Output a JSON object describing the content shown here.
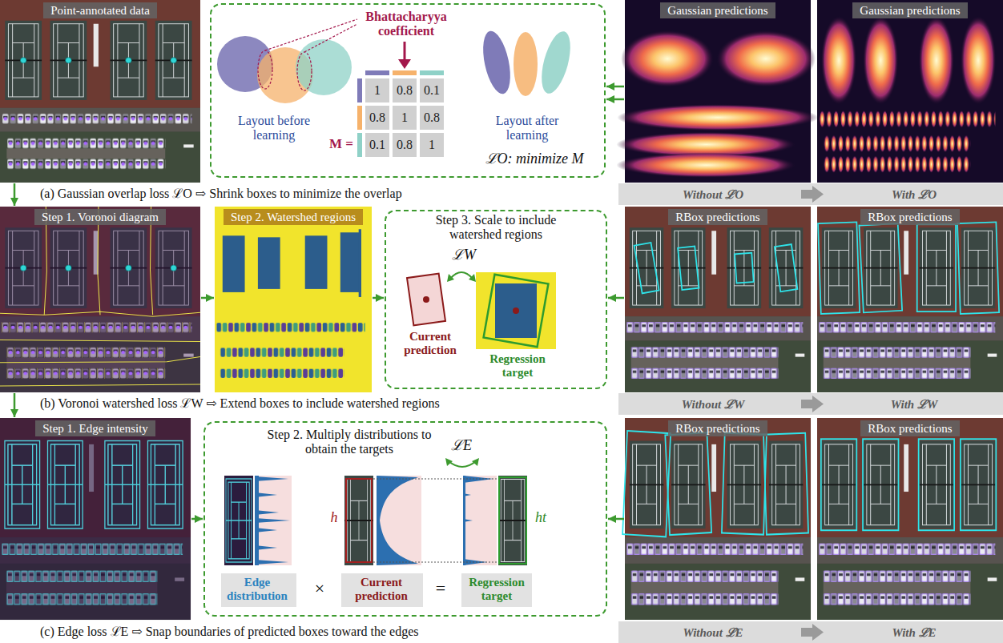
{
  "diagram": {
    "nodes": [
      {
        "text": [
          "Point-annotated data"
        ]
      },
      {
        "text": [
          "Bhattacharyya coefficient",
          "Layout before learning",
          "M =",
          "Layout after learning",
          "ℒO: minimize M"
        ]
      },
      {
        "text": [
          "Gaussian predictions"
        ]
      },
      {
        "text": [
          "Gaussian predictions"
        ]
      },
      {
        "text": [
          "Step 1. Voronoi diagram"
        ]
      },
      {
        "text": [
          "Step 2. Watershed regions"
        ]
      },
      {
        "text": [
          "Step 3. Scale to include watershed regions",
          "ℒW",
          "Current prediction",
          "Regression target"
        ]
      },
      {
        "text": [
          "RBox predictions"
        ]
      },
      {
        "text": [
          "RBox predictions"
        ]
      },
      {
        "text": [
          "Step 1. Edge intensity"
        ]
      },
      {
        "text": [
          "Step 2. Multiply distributions to obtain the targets",
          "ℒE",
          "h",
          "ht",
          "Edge distribution",
          "×",
          "Current prediction",
          "=",
          "Regression target"
        ]
      },
      {
        "text": [
          "RBox predictions"
        ]
      },
      {
        "text": [
          "RBox predictions"
        ]
      }
    ],
    "edges": [
      {
        "from": 0,
        "to": 4,
        "arrow": "to"
      },
      {
        "from": 2,
        "to": 1,
        "arrow": "to"
      },
      {
        "from": 2,
        "to": 1,
        "arrow": "to"
      },
      {
        "from": 4,
        "to": 5,
        "arrow": "to"
      },
      {
        "from": 5,
        "to": 6,
        "arrow": "to"
      },
      {
        "from": 7,
        "to": 6,
        "arrow": "to"
      },
      {
        "from": 4,
        "to": 9,
        "arrow": "to"
      },
      {
        "from": 9,
        "to": 10,
        "arrow": "to"
      },
      {
        "from": 11,
        "to": 10,
        "arrow": "to"
      }
    ],
    "labels": [
      "1",
      "0.8",
      "0.1",
      "0.8",
      "1",
      "0.8",
      "0.1",
      "0.8",
      "1",
      "(a) Gaussian overlap loss ℒO ⇨ Shrink boxes to minimize the overlap",
      "Without ℒO",
      "With ℒO",
      "(b) Voronoi watershed loss ℒW ⇨ Extend boxes to include watershed regions",
      "Without ℒW",
      "With ℒW",
      "(c) Edge loss ℒE ⇨ Snap boundaries of predicted boxes toward the edges",
      "Without ℒE",
      "With ℒE"
    ]
  }
}
